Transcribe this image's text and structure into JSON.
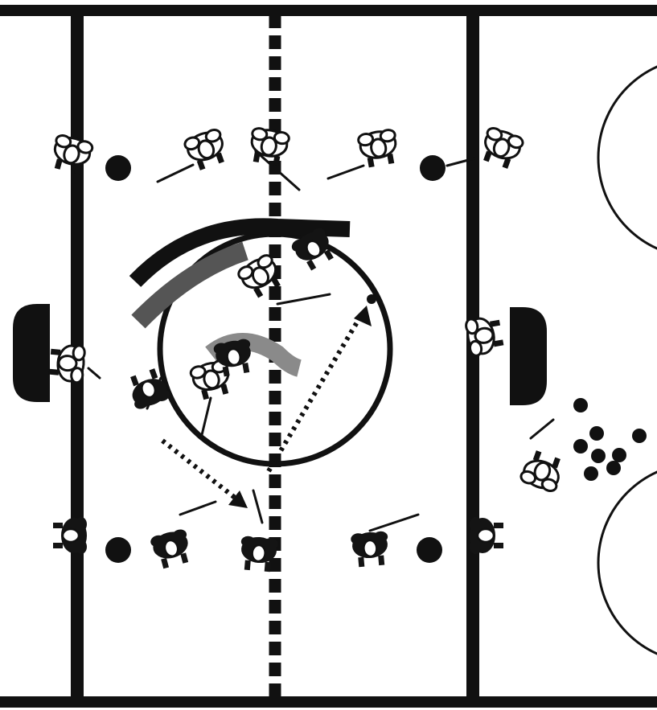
{
  "diagram": {
    "kind": "hockey-drill",
    "view": "top-down",
    "colors": {
      "ink": "#111111",
      "ice": "#ffffff",
      "skater_light": "#ffffff",
      "skater_dark": "#141414",
      "shadow": "#8a8a8a"
    },
    "lines": [
      "boards",
      "blue-line-left",
      "center-red-line-dashed",
      "blue-line-right"
    ],
    "pass_arrows": 2,
    "skate_arrows": 2,
    "pucks": 8
  }
}
